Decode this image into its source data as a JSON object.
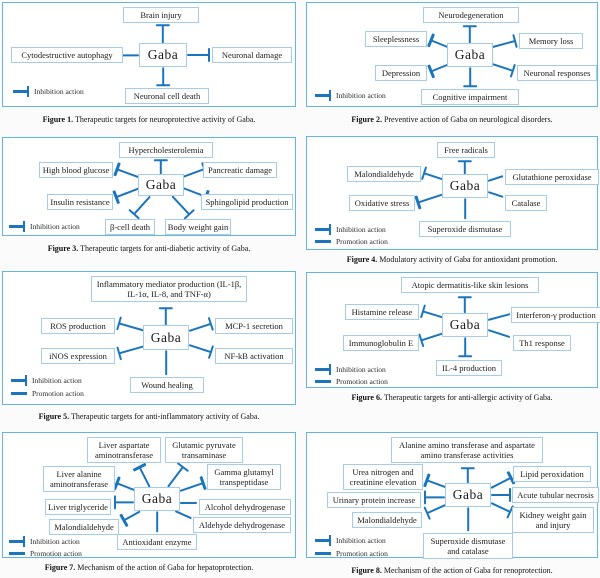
{
  "colors": {
    "panel_border": "#63b5e5",
    "box_border": "#a5cdea",
    "connector": "#1b75bc",
    "text": "#1b1b1b"
  },
  "center_label": "Gaba",
  "legend_labels": {
    "inhibition": "Inhibition action",
    "promotion": "Promotion action"
  },
  "figures": [
    {
      "caption_label": "Figure 1.",
      "caption_text": "Therapeutic targets for neuroprotective activity of Gaba.",
      "nodes": [
        {
          "label": "Brain injury",
          "action": "inhibition"
        },
        {
          "label": "Cytodestructive autophagy",
          "action": "inhibition"
        },
        {
          "label": "Neuronal damage",
          "action": "inhibition"
        },
        {
          "label": "Neuronal cell death",
          "action": "inhibition"
        }
      ]
    },
    {
      "caption_label": "Figure 2.",
      "caption_text": "Preventive action of Gaba on neurological disorders.",
      "nodes": [
        {
          "label": "Neurodegeneration",
          "action": "inhibition"
        },
        {
          "label": "Sleeplessness",
          "action": "inhibition"
        },
        {
          "label": "Memory loss",
          "action": "inhibition"
        },
        {
          "label": "Depression",
          "action": "inhibition"
        },
        {
          "label": "Neuronal responses",
          "action": "inhibition"
        },
        {
          "label": "Cognitive impairment",
          "action": "inhibition"
        }
      ]
    },
    {
      "caption_label": "Figure 3.",
      "caption_text": "Therapeutic targets for anti-diabetic activity of Gaba.",
      "nodes": [
        {
          "label": "Hypercholesterolemia",
          "action": "inhibition"
        },
        {
          "label": "High blood glucose",
          "action": "inhibition"
        },
        {
          "label": "Pancreatic damage",
          "action": "inhibition"
        },
        {
          "label": "Insulin resistance",
          "action": "inhibition"
        },
        {
          "label": "Sphingolipid production",
          "action": "inhibition"
        },
        {
          "label": "β-cell death",
          "action": "inhibition"
        },
        {
          "label": "Body weight gain",
          "action": "inhibition"
        }
      ]
    },
    {
      "caption_label": "Figure 4.",
      "caption_text": "Modulatory activity of Gaba for antioxidant promotion.",
      "nodes": [
        {
          "label": "Free radicals",
          "action": "inhibition"
        },
        {
          "label": "Malondialdehyde",
          "action": "inhibition"
        },
        {
          "label": "Glutathione peroxidase",
          "action": "promotion"
        },
        {
          "label": "Oxidative stress",
          "action": "inhibition"
        },
        {
          "label": "Catalase",
          "action": "promotion"
        },
        {
          "label": "Superoxide dismutase",
          "action": "promotion"
        }
      ]
    },
    {
      "caption_label": "Figure 5.",
      "caption_text": "Therapeutic targets for anti-inflammatory activity of Gaba.",
      "nodes": [
        {
          "label": "Inflammatory mediator production (IL-1β, IL-1α, IL-8, and TNF-α)",
          "action": "inhibition"
        },
        {
          "label": "ROS production",
          "action": "inhibition"
        },
        {
          "label": "MCP-1 secretion",
          "action": "inhibition"
        },
        {
          "label": "iNOS expression",
          "action": "inhibition"
        },
        {
          "label": "NF-kB activation",
          "action": "inhibition"
        },
        {
          "label": "Wound healing",
          "action": "promotion"
        }
      ]
    },
    {
      "caption_label": "Figure 6.",
      "caption_text": "Therapeutic targets for anti-allergic activity of Gaba.",
      "nodes": [
        {
          "label": "Atopic dermatitis-like skin lesions",
          "action": "inhibition"
        },
        {
          "label": "Histamine release",
          "action": "inhibition"
        },
        {
          "label": "Interferon-γ production",
          "action": "promotion"
        },
        {
          "label": "Immunoglobulin E",
          "action": "inhibition"
        },
        {
          "label": "Th1 response",
          "action": "promotion"
        },
        {
          "label": "IL-4 production",
          "action": "inhibition"
        }
      ]
    },
    {
      "caption_label": "Figure 7.",
      "caption_text": "Mechanism of the action of Gaba for hepatoprotection.",
      "nodes": [
        {
          "label": "Liver aspartate aminotransferase",
          "action": "inhibition"
        },
        {
          "label": "Glutamic pyruvate transaminase",
          "action": "inhibition"
        },
        {
          "label": "Liver alanine aminotransferase",
          "action": "inhibition"
        },
        {
          "label": "Gamma glutamyl transpeptidase",
          "action": "inhibition"
        },
        {
          "label": "Liver triglyceride",
          "action": "inhibition"
        },
        {
          "label": "Alcohol dehydrogenase",
          "action": "promotion"
        },
        {
          "label": "Malondialdehyde",
          "action": "inhibition"
        },
        {
          "label": "Aldehyde dehydrogenase",
          "action": "promotion"
        },
        {
          "label": "Antioxidant enzyme",
          "action": "promotion"
        }
      ]
    },
    {
      "caption_label": "Figure 8.",
      "caption_text": "Mechanism of the action of Gaba for renoprotection.",
      "nodes": [
        {
          "label": "Alanine amino transferase and aspartate amino transferase activities",
          "action": "inhibition"
        },
        {
          "label": "Urea nitrogen and creatinine elevation",
          "action": "inhibition"
        },
        {
          "label": "Lipid peroxidation",
          "action": "inhibition"
        },
        {
          "label": "Urinary protein increase",
          "action": "inhibition"
        },
        {
          "label": "Acute tubular necrosis",
          "action": "inhibition"
        },
        {
          "label": "Malondialdehyde",
          "action": "inhibition"
        },
        {
          "label": "Kidney weight gain and injury",
          "action": "inhibition"
        },
        {
          "label": "Superoxide dismutase and catalase",
          "action": "promotion"
        }
      ]
    }
  ]
}
